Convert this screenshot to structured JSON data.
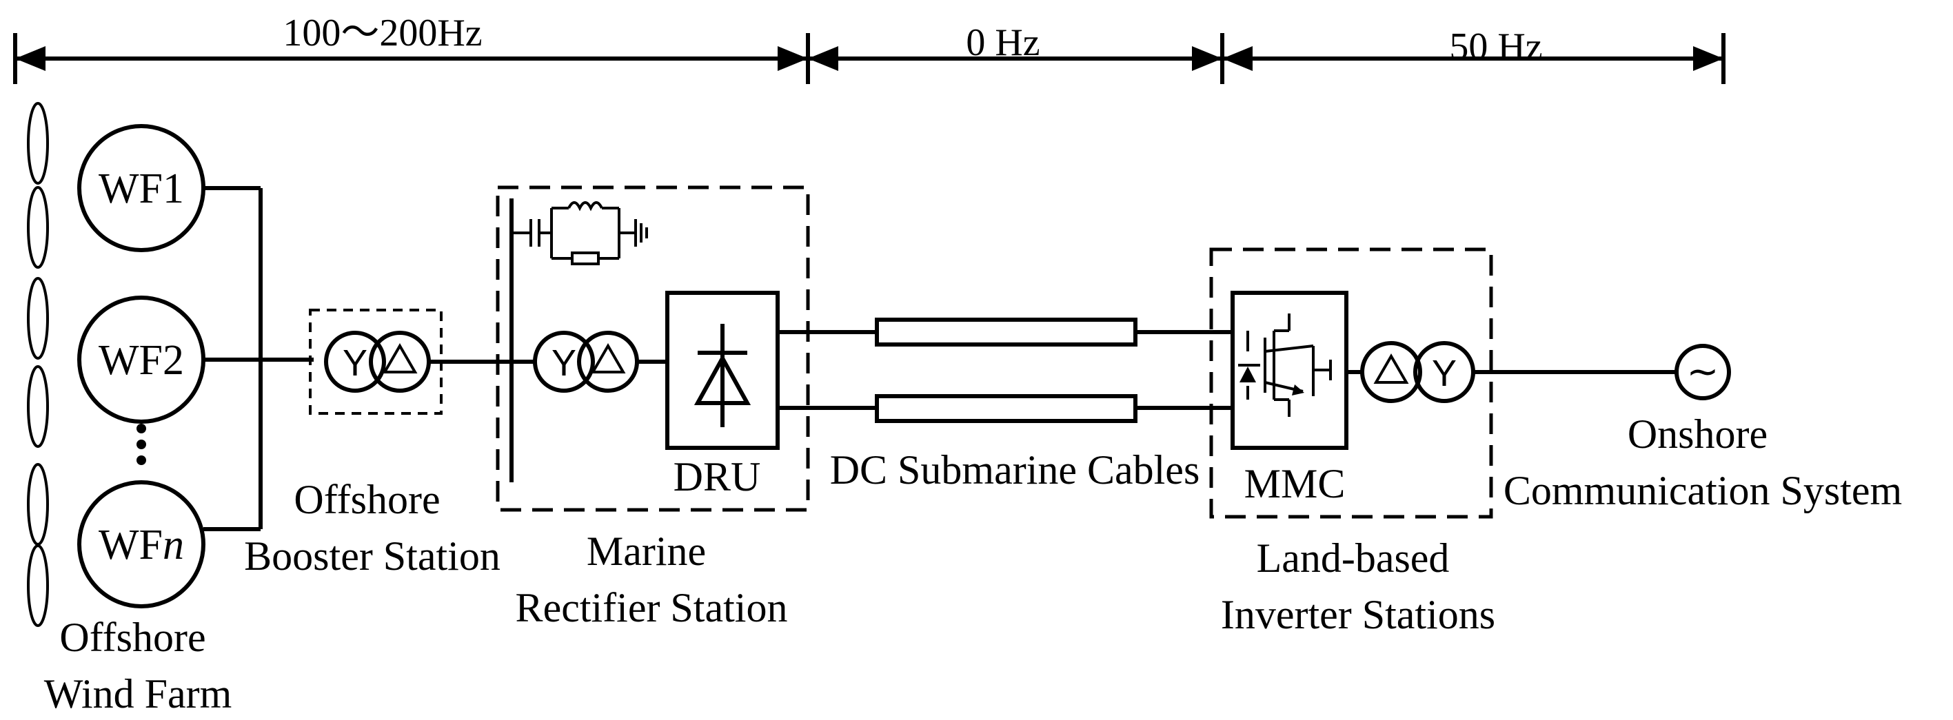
{
  "frequency_bands": [
    {
      "label": "100～200Hz"
    },
    {
      "label": "0 Hz"
    },
    {
      "label": "50 Hz"
    }
  ],
  "wind_farms": [
    {
      "label": "WF1"
    },
    {
      "label": "WF2"
    },
    {
      "prefix": "WF",
      "suffix": "n"
    }
  ],
  "labels": {
    "wind_farm": [
      "Offshore",
      "Wind Farm"
    ],
    "booster": [
      "Offshore",
      "Booster Station"
    ],
    "rectifier": [
      "Marine",
      "Rectifier Station"
    ],
    "dru": "DRU",
    "cables": "DC Submarine Cables",
    "mmc": "MMC",
    "inverter": [
      "Land-based",
      "Inverter Stations"
    ],
    "onshore": [
      "Onshore",
      "Communication System"
    ]
  },
  "symbols": {
    "wye": "Y",
    "source": "~"
  }
}
